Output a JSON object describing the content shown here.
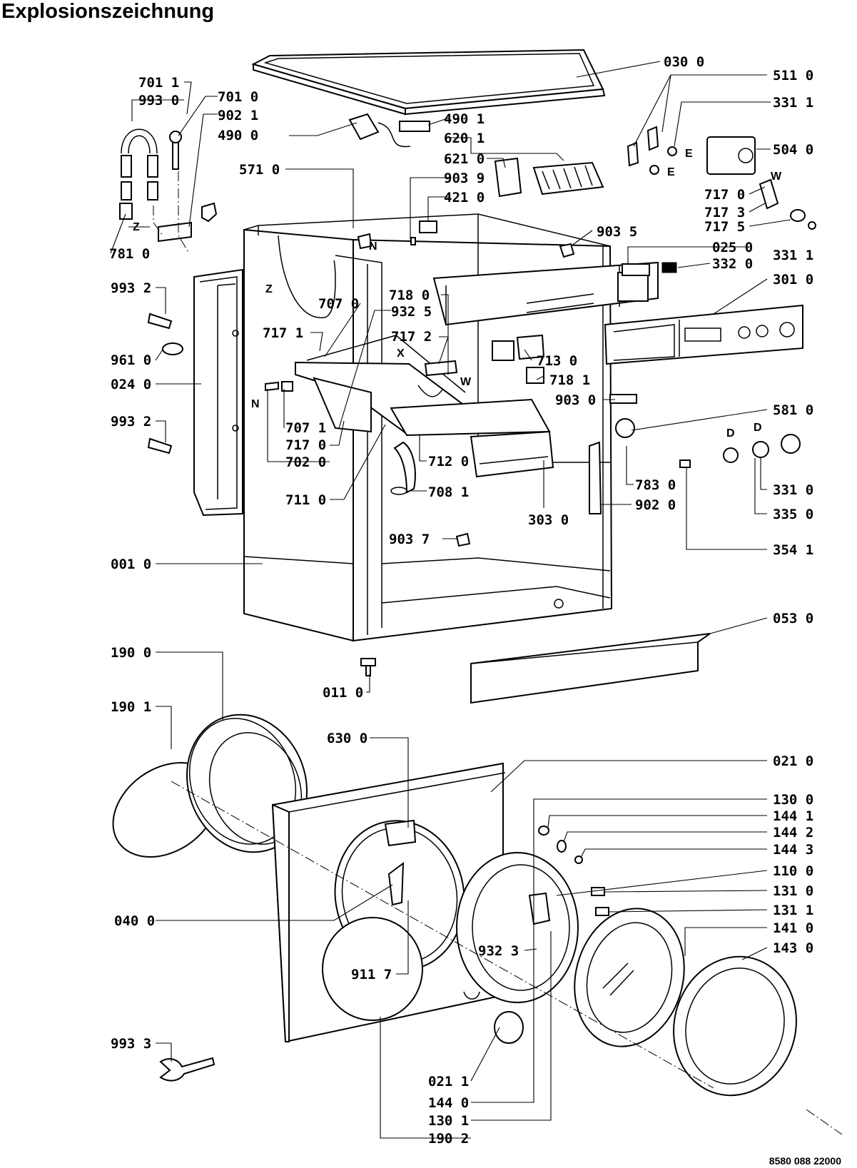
{
  "title": "Explosionszeichnung",
  "drawing_number": "8580 088 22000",
  "point_tags": [
    "Z",
    "Z",
    "N",
    "N",
    "X",
    "W",
    "W",
    "E",
    "E",
    "D",
    "D"
  ],
  "part_labels": [
    "701 1",
    "993 0",
    "701 0",
    "902 1",
    "490 0",
    "571 0",
    "781 0",
    "993 2",
    "961 0",
    "024 0",
    "993 2",
    "717 1",
    "707 0",
    "932 5",
    "718 0",
    "717 2",
    "707 1",
    "717 0",
    "702 0",
    "711 0",
    "712 0",
    "708 1",
    "303 0",
    "903 7",
    "001 0",
    "030 0",
    "490 1",
    "620 1",
    "621 0",
    "903 9",
    "421 0",
    "903 5",
    "511 0",
    "331 1",
    "504 0",
    "717 0",
    "717 3",
    "717 5",
    "331 1",
    "025 0",
    "332 0",
    "301 0",
    "713 0",
    "718 1",
    "903 0",
    "581 0",
    "783 0",
    "902 0",
    "331 0",
    "335 0",
    "354 1",
    "053 0",
    "011 0",
    "190 0",
    "190 1",
    "630 0",
    "021 0",
    "130 0",
    "144 1",
    "144 2",
    "144 3",
    "110 0",
    "131 0",
    "131 1",
    "141 0",
    "143 0",
    "040 0",
    "932 3",
    "911 7",
    "993 3",
    "021 1",
    "144 0",
    "130 1",
    "190 2"
  ]
}
